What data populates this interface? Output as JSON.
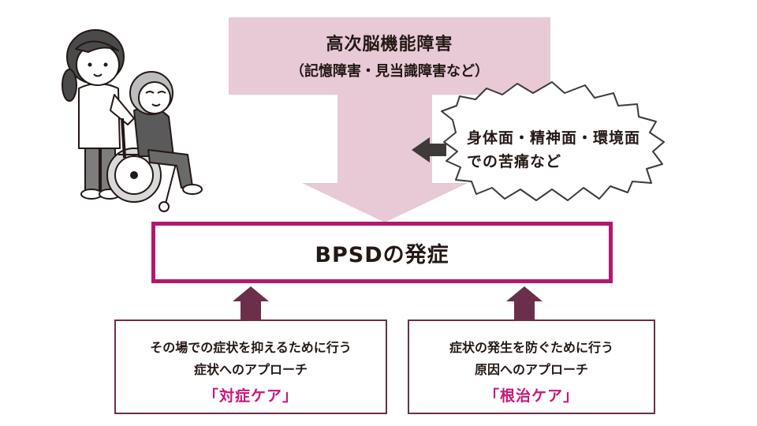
{
  "diagram": {
    "cause": {
      "title": "高次脳機能障害",
      "subtitle": "（記憶障害・見当識障害など）"
    },
    "contributing": {
      "line1": "身体面・精神面・環境面",
      "line2": "での苦痛など"
    },
    "onset": {
      "label": "BPSDの発症"
    },
    "left_approach": {
      "line1": "その場での症状を抑えるために行う",
      "line2": "症状へのアプローチ",
      "care": "「対症ケア」"
    },
    "right_approach": {
      "line1": "症状の発生を防ぐために行う",
      "line2": "原因へのアプローチ",
      "care": "「根治ケア」"
    }
  },
  "illustration": "caregiver-pushing-wheelchair-icon",
  "colors": {
    "cause_fill": "#e8c9d6",
    "onset_border": "#b5176f",
    "care_text": "#c8177a",
    "up_arrow": "#6b2e4b",
    "left_arrow": "#3e3a39"
  }
}
